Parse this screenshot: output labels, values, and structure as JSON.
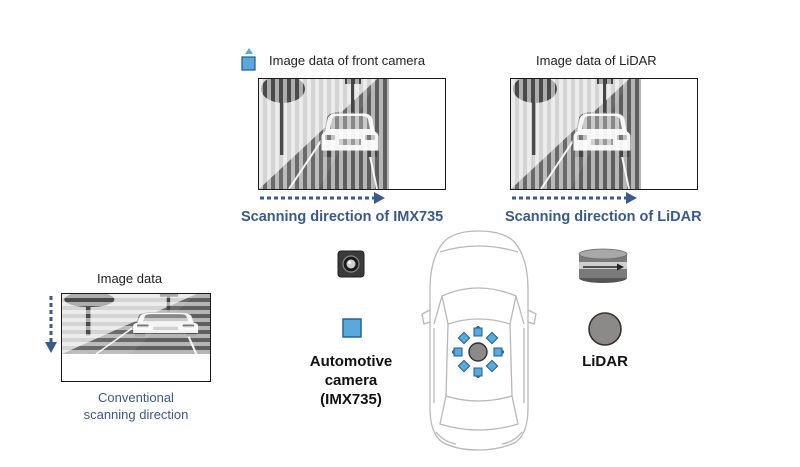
{
  "front_camera": {
    "title": "Image data of front camera",
    "scan_label": "Scanning direction of IMX735"
  },
  "lidar_view": {
    "title": "Image data of LiDAR",
    "scan_label": "Scanning direction of LiDAR"
  },
  "conventional": {
    "title": "Image data",
    "label_line1": "Conventional",
    "label_line2": "scanning direction"
  },
  "camera": {
    "label_line1": "Automotive",
    "label_line2": "camera",
    "label_line3": "(IMX735)"
  },
  "lidar": {
    "label": "LiDAR"
  },
  "colors": {
    "accent_blue": "#3a5a8c",
    "sensor_blue": "#5aa9dd",
    "scene_dark": "#555555",
    "scene_light": "#d8d8d8"
  }
}
